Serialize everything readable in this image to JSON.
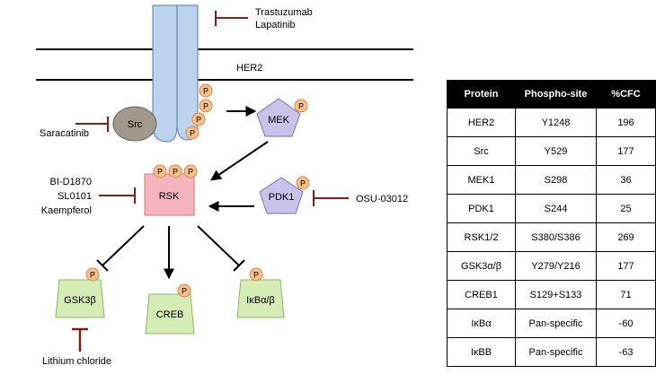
{
  "diagram": {
    "receptor": {
      "label": "HER2"
    },
    "inhibitor_groups": {
      "her2": [
        "Trastuzumab",
        "Lapatinib"
      ],
      "src": [
        "Saracatinib"
      ],
      "rsk": [
        "BI-D1870",
        "SL0101",
        "Kaempferol"
      ],
      "pdk1": [
        "OSU-03012"
      ],
      "gsk3b": [
        "Lithium chloride"
      ]
    },
    "nodes": {
      "src": "Src",
      "mek": "MEK",
      "rsk": "RSK",
      "pdk1": "PDK1",
      "gsk3b": "GSK3β",
      "creb": "CREB",
      "ikb": "IκBα/β"
    },
    "phospho_label": "P",
    "colors": {
      "membrane": "#000000",
      "receptor": "#bcd3ee",
      "receptor_stroke": "#6d8db5",
      "inhibitor": "#8b1a1a",
      "src_fill": "#a09a8c",
      "mek_fill": "#c9c3ec",
      "rsk_fill": "#f4b4be",
      "green_fill": "#d5ecb4",
      "phospho_fill": "#f9c08e"
    }
  },
  "table": {
    "headers": [
      "Protein",
      "Phospho-site",
      "%CFC"
    ],
    "rows": [
      [
        "HER2",
        "Y1248",
        "196"
      ],
      [
        "Src",
        "Y529",
        "177"
      ],
      [
        "MEK1",
        "S298",
        "36"
      ],
      [
        "PDK1",
        "S244",
        "25"
      ],
      [
        "RSK1/2",
        "S380/S386",
        "269"
      ],
      [
        "GSK3α/β",
        "Y279/Y216",
        "177"
      ],
      [
        "CREB1",
        "S129+S133",
        "71"
      ],
      [
        "IκBα",
        "Pan-specific",
        "-60"
      ],
      [
        "IκBB",
        "Pan-specific",
        "-63"
      ]
    ]
  }
}
